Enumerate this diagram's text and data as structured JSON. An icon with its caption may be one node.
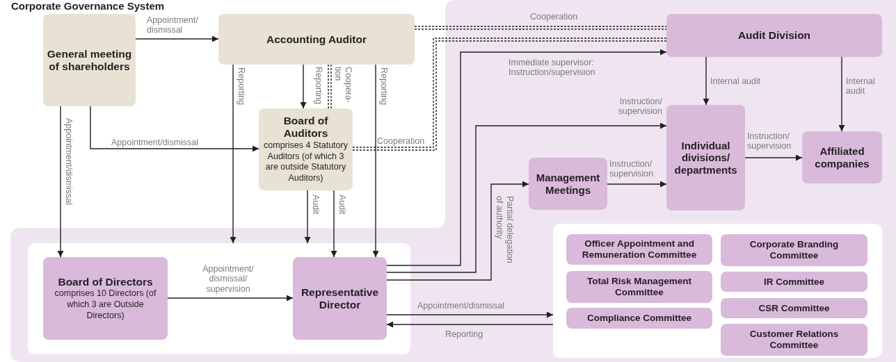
{
  "diagram": {
    "title": "Corporate Governance System",
    "nodes": [
      {
        "text": [
          "General meeting of shareholders"
        ]
      },
      {
        "text": [
          "Accounting Auditor"
        ]
      },
      {
        "text": [
          "Board of Auditors",
          "comprises 4 Statutory Auditors (of which 3 are outside Statutory Auditors)"
        ]
      },
      {
        "text": [
          "Audit Division"
        ]
      },
      {
        "text": [
          "Individual divisions/ departments"
        ]
      },
      {
        "text": [
          "Affiliated companies"
        ]
      },
      {
        "text": [
          "Management Meetings"
        ]
      },
      {
        "text": [],
        "shape": "box"
      },
      {
        "text": [
          "Board of Directors",
          "comprises 10 Directors (of which 3 are Outside Directors)"
        ],
        "in": 7
      },
      {
        "text": [
          "Representative Director"
        ],
        "in": 7
      },
      {
        "text": [],
        "shape": "box"
      },
      {
        "text": [
          "Officer Appointment and Remuneration Committee"
        ],
        "in": 10
      },
      {
        "text": [
          "Corporate Branding Committee"
        ],
        "in": 10
      },
      {
        "text": [
          "Total Risk Management Committee"
        ],
        "in": 10
      },
      {
        "text": [
          "IR Committee"
        ],
        "in": 10
      },
      {
        "text": [
          "Compliance Committee"
        ],
        "in": 10
      },
      {
        "text": [
          "CSR Committee"
        ],
        "in": 10
      },
      {
        "text": [
          "Customer Relations Committee"
        ],
        "in": 10
      }
    ],
    "edges": [
      {
        "from": 0,
        "to": 1,
        "arrow": "to",
        "label": "Appointment/ dismissal"
      },
      {
        "from": 0,
        "to": 2,
        "arrow": "to",
        "label": "Appointment/dismissal"
      },
      {
        "from": 0,
        "to": 8,
        "arrow": "to",
        "label": "Appointment/dismissal"
      },
      {
        "from": 1,
        "to": 7,
        "arrow": "to",
        "label": "Reporting"
      },
      {
        "from": 1,
        "to": 2,
        "arrow": "to",
        "label": "Reporting"
      },
      {
        "from": 1,
        "to": 2,
        "arrow": "none",
        "label": "Coopera- tion",
        "style": "dashed"
      },
      {
        "from": 1,
        "to": 3,
        "arrow": "none",
        "label": "Cooperation",
        "style": "dashed"
      },
      {
        "from": 2,
        "to": 3,
        "arrow": "none",
        "label": "Cooperation",
        "style": "dashed"
      },
      {
        "from": 1,
        "to": 9,
        "arrow": "to",
        "label": "Reporting"
      },
      {
        "from": 2,
        "to": 7,
        "arrow": "to",
        "label": "Audit"
      },
      {
        "from": 2,
        "to": 9,
        "arrow": "to",
        "label": "Audit"
      },
      {
        "from": 8,
        "to": 9,
        "arrow": "to",
        "label": "Appointment/ dismissal/ supervision"
      },
      {
        "from": 9,
        "to": 3,
        "arrow": "to",
        "label": "Immediate supervisor: Instruction/supervision"
      },
      {
        "from": 9,
        "to": 4,
        "arrow": "to",
        "label": "Instruction/ supervision"
      },
      {
        "from": 9,
        "to": 6,
        "arrow": "to",
        "label": "Partial delegation of authority"
      },
      {
        "from": 6,
        "to": 4,
        "arrow": "to",
        "label": "Instruction/ supervision"
      },
      {
        "from": 3,
        "to": 4,
        "arrow": "to",
        "label": "Internal audit"
      },
      {
        "from": 3,
        "to": 5,
        "arrow": "to",
        "label": "Internal audit"
      },
      {
        "from": 4,
        "to": 5,
        "arrow": "to",
        "label": "Instruction/ supervision"
      },
      {
        "from": 9,
        "to": 10,
        "arrow": "to",
        "label": "Appointment/dismissal"
      },
      {
        "from": 10,
        "to": 9,
        "arrow": "to",
        "label": "Reporting"
      }
    ]
  }
}
